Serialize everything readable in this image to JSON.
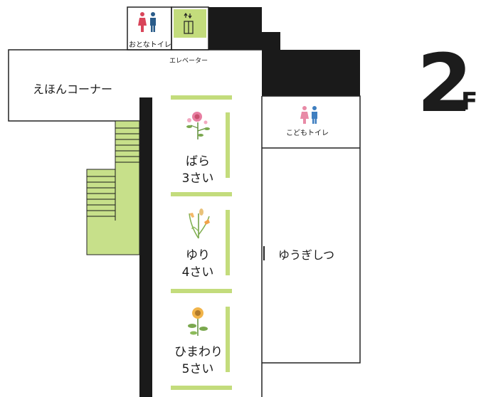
{
  "floor": {
    "number": "2",
    "suffix": "F"
  },
  "rooms": {
    "picture_book_corner": "えほんコーナー",
    "playroom": "ゆうぎしつ",
    "elevator": "エレベーター",
    "adult_toilet": "おとなトイレ",
    "kids_toilet": "こどもトイレ"
  },
  "classrooms": [
    {
      "name": "ばら",
      "age": "3さい",
      "flower_icon": "rose-icon"
    },
    {
      "name": "ゆり",
      "age": "4さい",
      "flower_icon": "lily-icon"
    },
    {
      "name": "ひまわり",
      "age": "5さい",
      "flower_icon": "sunflower-icon"
    }
  ],
  "colors": {
    "accent_green": "#c3dc7c",
    "stair_green": "#c7e08a",
    "wall_black": "#1a1a1a",
    "male_blue": "#2a5c8a",
    "female_red": "#d9455a",
    "girl_pink": "#e88aa6",
    "boy_blue": "#3f7fc0"
  }
}
